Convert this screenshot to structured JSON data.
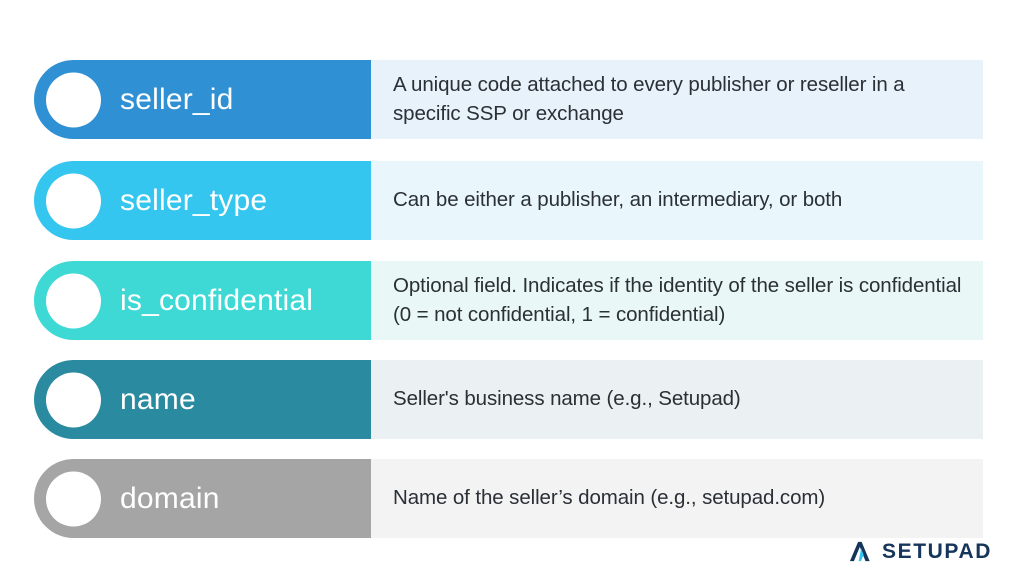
{
  "fields": [
    {
      "name": "seller_id",
      "description": "A unique code attached to every publisher or reseller in a specific SSP or exchange",
      "pill_color": "#3090D4",
      "panel_color": "#E8F2FA"
    },
    {
      "name": "seller_type",
      "description": "Can be either a publisher, an intermediary, or both",
      "pill_color": "#35C6EF",
      "panel_color": "#E9F7FD"
    },
    {
      "name": "is_confidential",
      "description": "Optional field. Indicates if the identity of the seller is confidential (0 = not confidential, 1 = confidential)",
      "pill_color": "#3ED9D5",
      "panel_color": "#E9F8F7"
    },
    {
      "name": "name",
      "description": "Seller's business name (e.g., Setupad)",
      "pill_color": "#2A8AA0",
      "panel_color": "#EBF0F2"
    },
    {
      "name": "domain",
      "description": "Name of the seller’s domain (e.g., setupad.com)",
      "pill_color": "#A5A5A5",
      "panel_color": "#F3F3F3"
    }
  ],
  "brand": {
    "name": "SETUPAD",
    "mark_dark_color": "#16355A",
    "mark_accent_color": "#35C6EF",
    "text_color": "#16355A"
  }
}
